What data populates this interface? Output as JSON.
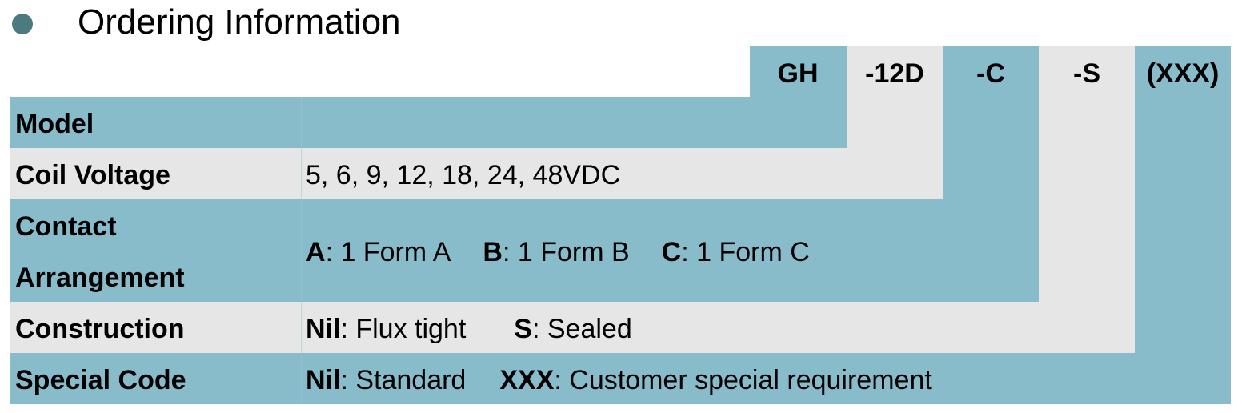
{
  "heading": {
    "bullet_color": "#4b7a83",
    "title": "Ordering Information"
  },
  "colors": {
    "blue": "#88bccb",
    "gray": "#e6e6e6"
  },
  "codes": [
    "GH",
    "-12D",
    "-C",
    "-S",
    "(XXX)"
  ],
  "rows": [
    {
      "label": "Model",
      "value": ""
    },
    {
      "label": "Coil Voltage",
      "value": "5, 6, 9, 12, 18, 24, 48VDC"
    },
    {
      "label_line1": "Contact",
      "label_line2": "Arrangement",
      "options": [
        {
          "key": "A",
          "text": ": 1 Form A"
        },
        {
          "key": "B",
          "text": ": 1 Form B"
        },
        {
          "key": "C",
          "text": ": 1 Form C"
        }
      ]
    },
    {
      "label": "Construction",
      "options": [
        {
          "key": "Nil",
          "text": ": Flux tight"
        },
        {
          "key": "S",
          "text": ": Sealed"
        }
      ]
    },
    {
      "label": "Special Code",
      "options": [
        {
          "key": "Nil",
          "text": ": Standard"
        },
        {
          "key": "XXX",
          "text": ": Customer special requirement"
        }
      ]
    }
  ]
}
